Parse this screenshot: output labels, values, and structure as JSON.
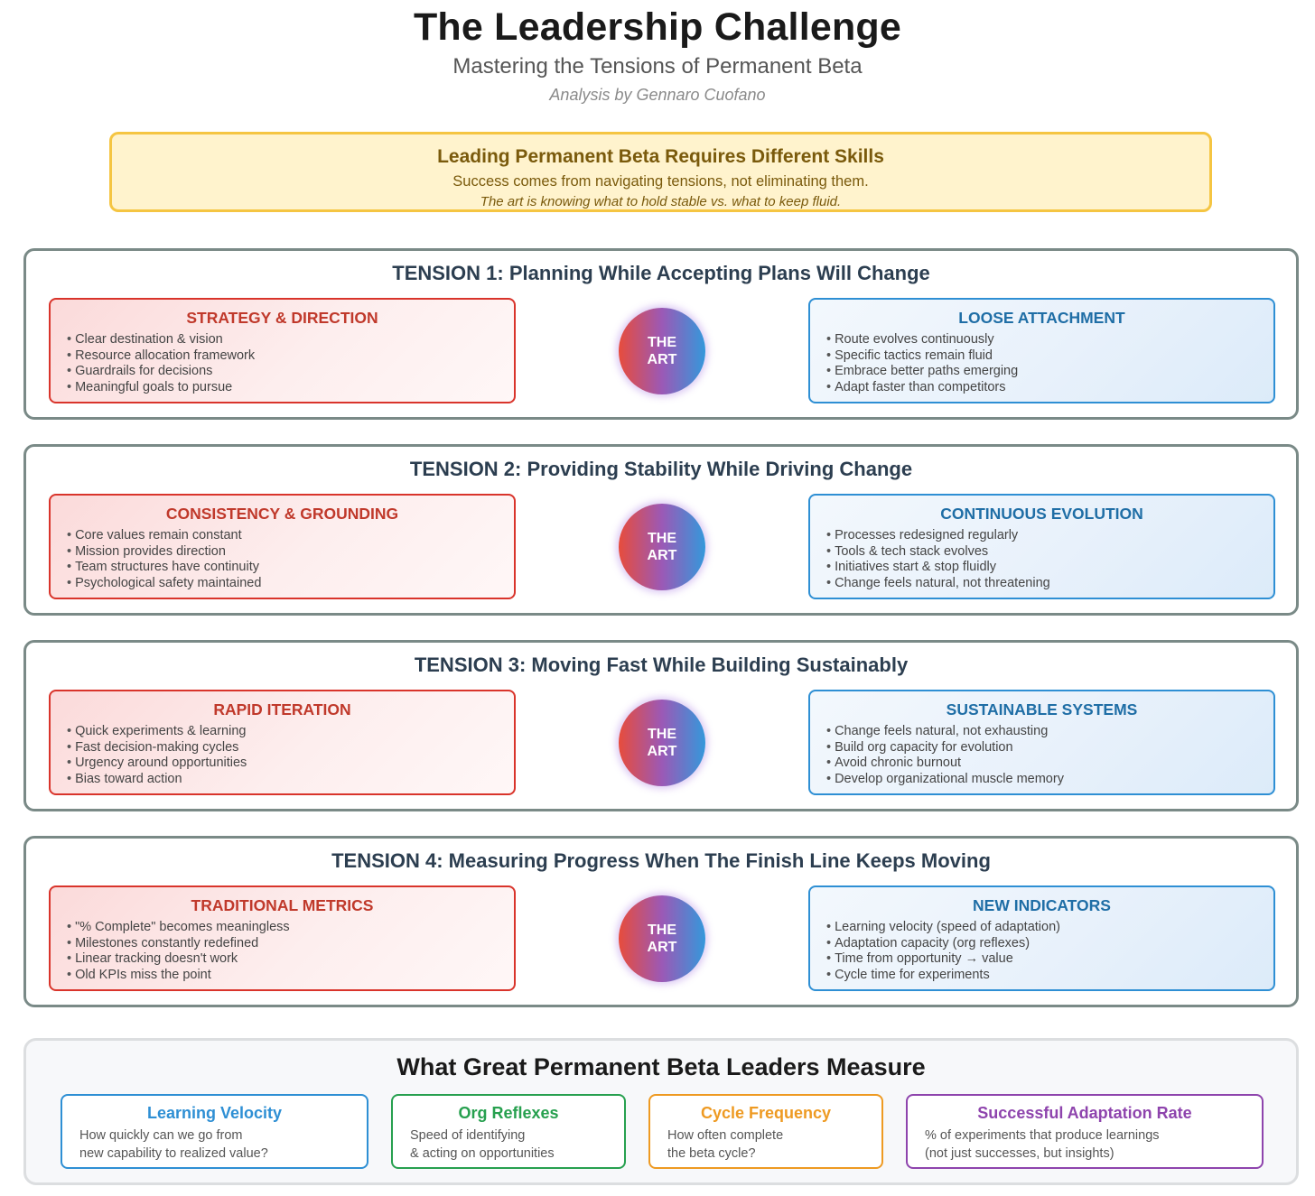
{
  "header": {
    "title": "The Leadership Challenge",
    "subtitle": "Mastering the Tensions of Permanent Beta",
    "byline": "Analysis by Gennaro Cuofano"
  },
  "banner": {
    "heading": "Leading Permanent Beta Requires Different Skills",
    "line1": "Success comes from navigating tensions, not eliminating them.",
    "line2": "The art is knowing what to hold stable vs. what to keep fluid."
  },
  "center_label": {
    "line1": "THE",
    "line2": "ART"
  },
  "tensions": [
    {
      "title": "TENSION 1: Planning While Accepting Plans Will Change",
      "left": {
        "heading": "STRATEGY & DIRECTION",
        "items": [
          "Clear destination & vision",
          "Resource allocation framework",
          "Guardrails for decisions",
          "Meaningful goals to pursue"
        ]
      },
      "right": {
        "heading": "LOOSE ATTACHMENT",
        "items": [
          "Route evolves continuously",
          "Specific tactics remain fluid",
          "Embrace better paths emerging",
          "Adapt faster than competitors"
        ]
      }
    },
    {
      "title": "TENSION 2: Providing Stability While Driving Change",
      "left": {
        "heading": "CONSISTENCY & GROUNDING",
        "items": [
          "Core values remain constant",
          "Mission provides direction",
          "Team structures have continuity",
          "Psychological safety maintained"
        ]
      },
      "right": {
        "heading": "CONTINUOUS EVOLUTION",
        "items": [
          "Processes redesigned regularly",
          "Tools & tech stack evolves",
          "Initiatives start & stop fluidly",
          "Change feels natural, not threatening"
        ]
      }
    },
    {
      "title": "TENSION 3: Moving Fast While Building Sustainably",
      "left": {
        "heading": "RAPID ITERATION",
        "items": [
          "Quick experiments & learning",
          "Fast decision-making cycles",
          "Urgency around opportunities",
          "Bias toward action"
        ]
      },
      "right": {
        "heading": "SUSTAINABLE SYSTEMS",
        "items": [
          "Change feels natural, not exhausting",
          "Build org capacity for evolution",
          "Avoid chronic burnout",
          "Develop organizational muscle memory"
        ]
      }
    },
    {
      "title": "TENSION 4: Measuring Progress When The Finish Line Keeps Moving",
      "left": {
        "heading": "TRADITIONAL METRICS",
        "items": [
          "\"% Complete\" becomes meaningless",
          "Milestones constantly redefined",
          "Linear tracking doesn't work",
          "Old KPIs miss the point"
        ]
      },
      "right": {
        "heading": "NEW INDICATORS",
        "items": [
          "Learning velocity (speed of adaptation)",
          "Adaptation capacity (org reflexes)",
          "Time from opportunity → value",
          "Cycle time for experiments"
        ]
      }
    }
  ],
  "measure": {
    "title": "What Great Permanent Beta Leaders Measure",
    "cards": [
      {
        "heading": "Learning Velocity",
        "line1": "How quickly can we go from",
        "line2": "new capability to realized value?",
        "color": "#2e8fd4"
      },
      {
        "heading": "Org Reflexes",
        "line1": "Speed of identifying",
        "line2": "& acting on opportunities",
        "color": "#27a04f"
      },
      {
        "heading": "Cycle Frequency",
        "line1": "How often complete",
        "line2": "the beta cycle?",
        "color": "#ee9a22"
      },
      {
        "heading": "Successful Adaptation Rate",
        "line1": "% of experiments that produce learnings",
        "line2": "(not just successes, but insights)",
        "color": "#8e44ad"
      }
    ]
  },
  "colors": {
    "banner_border": "#f5c542",
    "banner_bg": "#fff3cd",
    "left_accent": "#d9342b",
    "right_accent": "#2e8fd4",
    "tension_border": "#7a8a87",
    "art_gradient": [
      "#e74c3c",
      "#9b59b6",
      "#3498db"
    ]
  }
}
